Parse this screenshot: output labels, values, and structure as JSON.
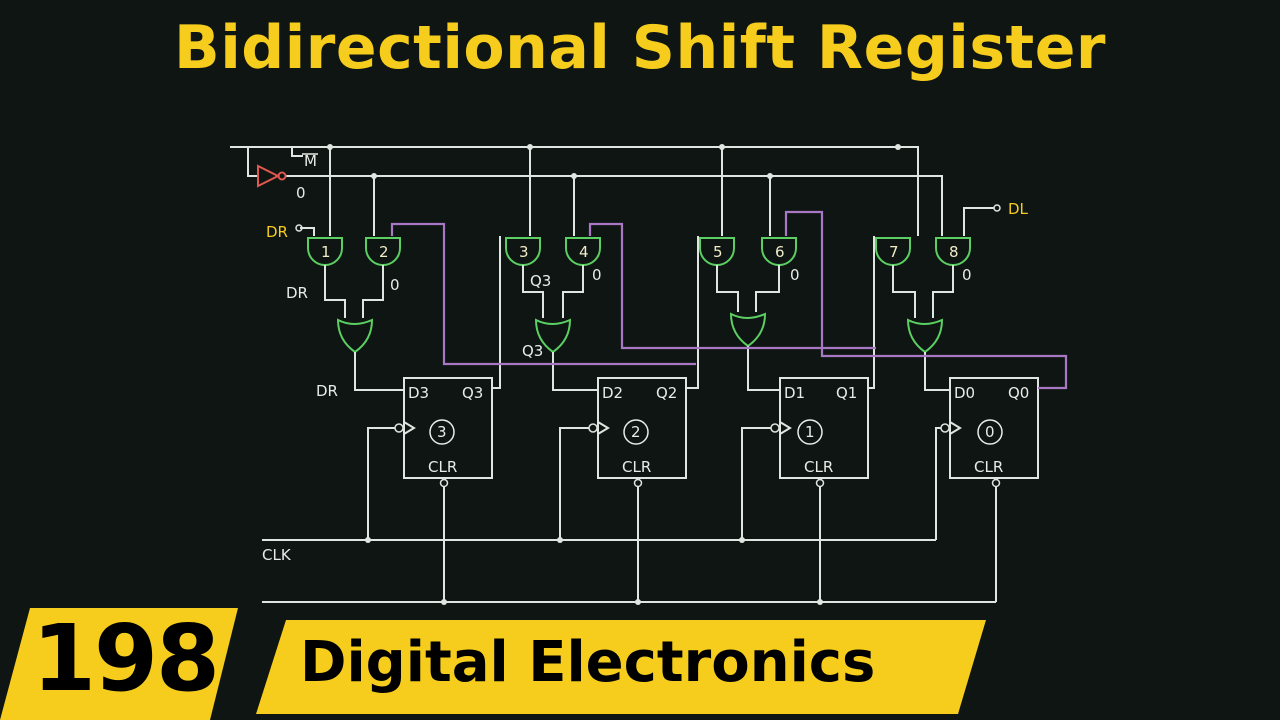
{
  "title": "Bidirectional Shift Register",
  "episode_number": "198",
  "series_name": "Digital Electronics",
  "colors": {
    "title": "#f6cd1c",
    "background": "#0e1513",
    "wire": "#dfe6e1",
    "gate": "#5ccf62",
    "feedback": "#a978c4",
    "banner": "#f6cd1c"
  },
  "circuit": {
    "mode_label": "M",
    "mode_value": "0",
    "input_right": "DR",
    "input_left": "DL",
    "clock_label": "CLK",
    "clear_label": "CLR",
    "gates": [
      "1",
      "2",
      "3",
      "4",
      "5",
      "6",
      "7",
      "8"
    ],
    "annotations": {
      "gate1_out": "DR",
      "gate2_out": "0",
      "gate3_out": "Q3",
      "gate4_out": "0",
      "gate6_out": "0",
      "gate8_out": "0",
      "or1_out": "DR",
      "or2_out": "Q3"
    },
    "flipflops": [
      {
        "d": "D3",
        "q": "Q3",
        "num": "3"
      },
      {
        "d": "D2",
        "q": "Q2",
        "num": "2"
      },
      {
        "d": "D1",
        "q": "Q1",
        "num": "1"
      },
      {
        "d": "D0",
        "q": "Q0",
        "num": "0"
      }
    ]
  }
}
